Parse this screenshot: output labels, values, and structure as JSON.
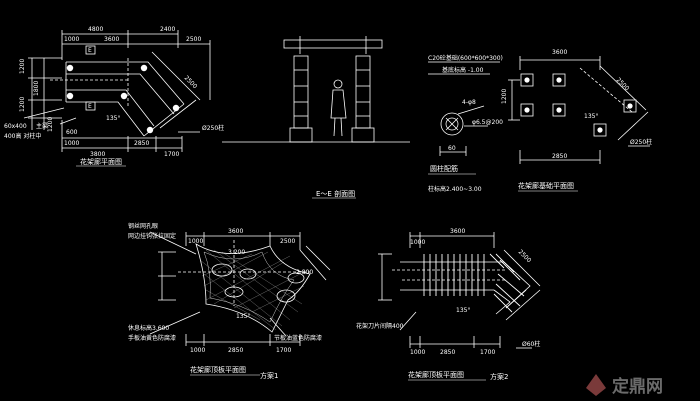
{
  "plan": {
    "dims_top": [
      "4800",
      "2400"
    ],
    "dims_sub": [
      "1000",
      "3600",
      "2500"
    ],
    "dims_left": [
      "1200",
      "1800",
      "1200",
      "1200"
    ],
    "mark_e": "E",
    "dim_diag": "2500",
    "dim_angle": "135°",
    "note_beam_size": "60x400",
    "note_beam_desc": "主梁",
    "note_beam_sub": "400高 对柱中",
    "dim_bottom_a": "600",
    "dim_bottom_b": "3800",
    "dim_bottom_c": "1700",
    "dim_bottom_d": "2850",
    "dim_bottom_e": "1000",
    "dim_post": "Ø250柱",
    "title": "花架廊平面图"
  },
  "elevation": {
    "title": "E～E 剖面图"
  },
  "column_detail": {
    "note1": "C20砼基础(600*600*300)",
    "note2": "基底标高 -1.00",
    "label_a": "4-φ8",
    "label_b": "φ6.5@200",
    "dim_a": "60",
    "title": "圆柱配筋",
    "sub": "柱标高2.400~3.00"
  },
  "foundation": {
    "dim_top": "3600",
    "dim_left": "1200",
    "dim_diag": "2500",
    "dim_bottom": "2850",
    "dim_angle": "135°",
    "dim_post": "Ø250柱",
    "title": "花架廊基础平面图"
  },
  "roof1": {
    "note1": "钢丝网孔眼",
    "note2": "网边挂钩张拉固定",
    "dims_top": [
      "1000",
      "3600",
      "2500"
    ],
    "dim_h1": "3.200",
    "dim_h2": "2.800",
    "dim_angle": "135°",
    "note3": "休息标高3.600",
    "note4": "手板油黄色防腐漆",
    "note5": "节板油蓝色防腐漆",
    "dims_bottom": [
      "1000",
      "2850",
      "1700"
    ],
    "title": "花架廊顶板平面图",
    "scheme": "方案1"
  },
  "roof2": {
    "dims_top": [
      "1000",
      "3600"
    ],
    "dim_diag": "2500",
    "dim_angle": "135°",
    "note1": "花架刀片间隔400",
    "dims_bottom": [
      "1000",
      "2850",
      "1700"
    ],
    "dim_post": "Ø60柱",
    "title": "花架廊顶板平面图",
    "scheme": "方案2"
  },
  "watermark": {
    "text": "定鼎网"
  }
}
